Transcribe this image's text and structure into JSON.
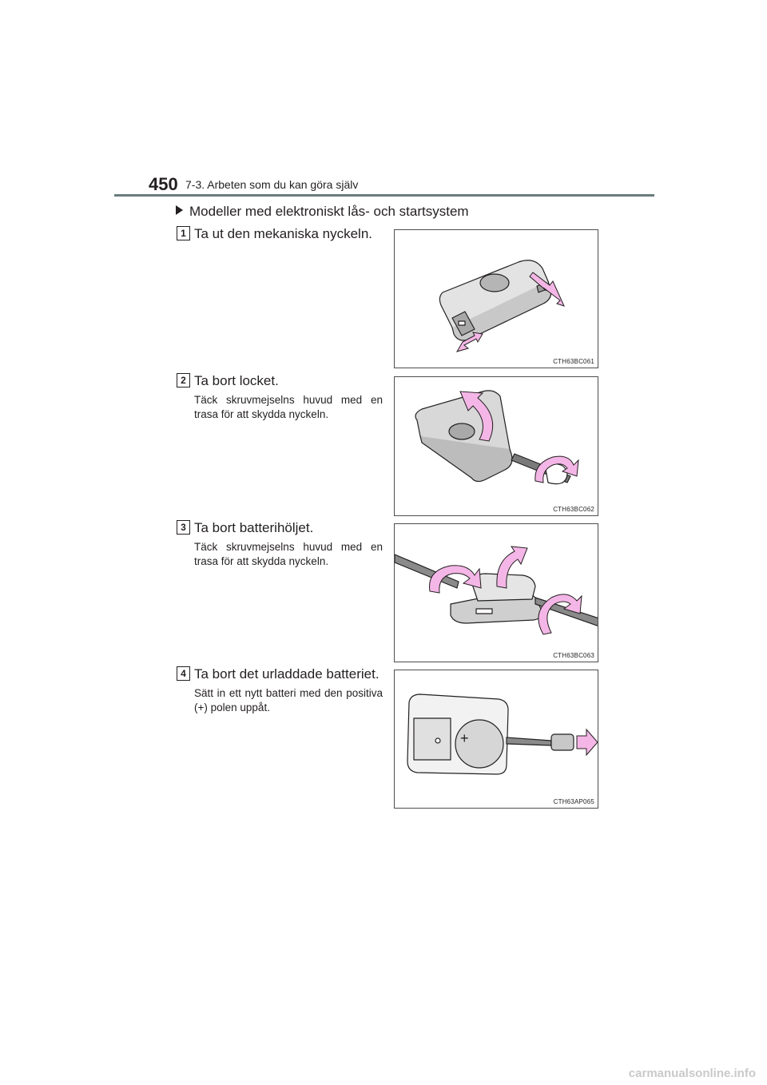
{
  "header": {
    "page_number": "450",
    "section": "7-3. Arbeten som du kan göra själv"
  },
  "heading": "Modeller med elektroniskt lås- och startsystem",
  "steps": [
    {
      "num": "1",
      "title": "Ta ut den mekaniska nyckeln.",
      "note": "",
      "figure_code": "CTH63BC061"
    },
    {
      "num": "2",
      "title": "Ta bort locket.",
      "note": "Täck skruvmejselns huvud med en trasa för att skydda nyckeln.",
      "figure_code": "CTH63BC062"
    },
    {
      "num": "3",
      "title": "Ta bort batterihöljet.",
      "note": "Täck skruvmejselns huvud med en trasa för att skydda nyckeln.",
      "figure_code": "CTH63BC063"
    },
    {
      "num": "4",
      "title": "Ta bort det urladdade batteriet.",
      "note": "Sätt in ett nytt batteri med den positiva (+) polen uppåt.",
      "figure_code": "CTH63AP065",
      "battery_symbol": "+"
    }
  ],
  "watermark": "carmanualsonline.info",
  "colors": {
    "arrow_fill": "#f4b6e6",
    "line": "#231f20",
    "key_body": "#e3e3e3",
    "rule": "#6b7b7e"
  }
}
